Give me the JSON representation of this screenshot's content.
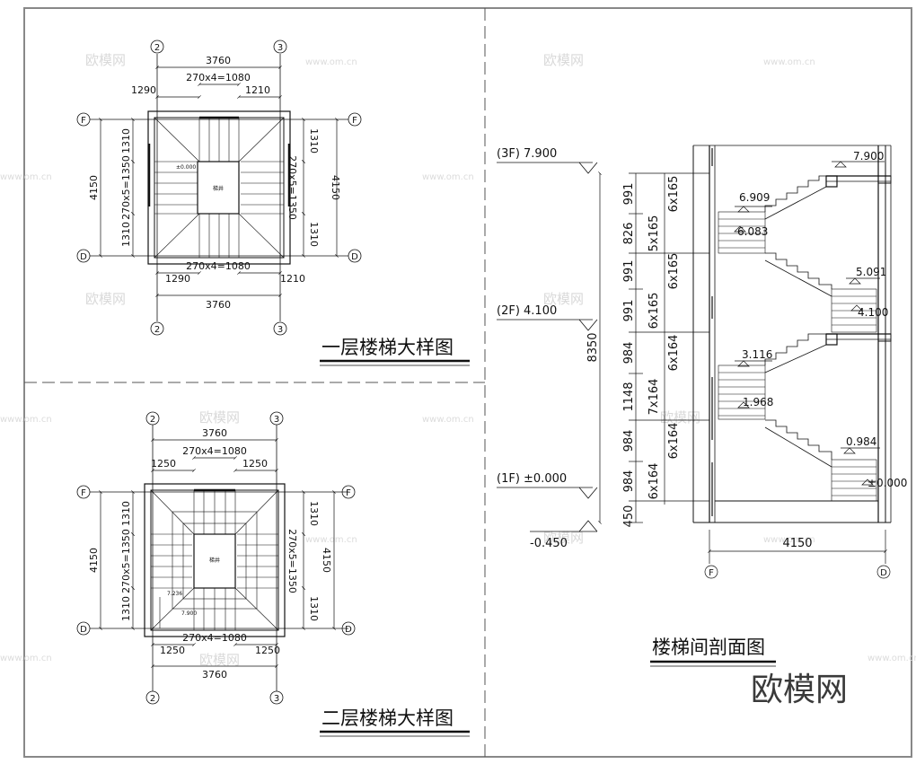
{
  "grid_labels": {
    "c2": "2",
    "c3": "3",
    "rF": "F",
    "rD": "D"
  },
  "plan1": {
    "title": "一层楼梯大样图",
    "top_total": "3760",
    "top_flight": "270x4=1080",
    "top_left": "1290",
    "top_right": "1210",
    "bottom_flight": "270x4=1080",
    "bottom_left": "1290",
    "bottom_right": "1210",
    "bottom_total": "3760",
    "left_total": "4150",
    "left_top": "1310",
    "left_flight": "270x5=1350",
    "left_bottom": "1310",
    "right_top": "1310",
    "right_flight": "270x5=1350",
    "right_bottom": "1310",
    "right_total": "4150",
    "level": "±0.000",
    "well_label": "梯井"
  },
  "plan2": {
    "title": "二层楼梯大样图",
    "top_total": "3760",
    "top_flight": "270x4=1080",
    "top_left": "1250",
    "top_right": "1250",
    "bottom_flight": "270x4=1080",
    "bottom_left": "1250",
    "bottom_right": "1250",
    "bottom_total": "3760",
    "left_total": "4150",
    "left_top": "1310",
    "left_flight": "270x5=1350",
    "left_bottom": "1310",
    "right_top": "1310",
    "right_flight": "270x5=1350",
    "right_bottom": "1310",
    "right_total": "4150",
    "level_a": "7.236",
    "level_b": "7.900",
    "well_label": "梯井"
  },
  "section": {
    "title": "楼梯间剖面图",
    "floor3": "(3F) 7.900",
    "floor2": "(2F) 4.100",
    "floor1": "(1F) ±0.000",
    "base": "-0.450",
    "total_height": "8350",
    "segments": [
      "991",
      "826",
      "991",
      "991",
      "984",
      "1148",
      "984",
      "984",
      "450"
    ],
    "steps": [
      "6x165",
      "5x165",
      "6x165",
      "6x165",
      "6x164",
      "7x164",
      "6x164",
      "6x164"
    ],
    "levels": [
      "7.900",
      "6.909",
      "6.083",
      "5.091",
      "4.100",
      "3.116",
      "1.968",
      "0.984",
      "±0.000"
    ],
    "width": "4150"
  },
  "watermark": {
    "brand": "欧模网",
    "url": "www.om.cn"
  }
}
